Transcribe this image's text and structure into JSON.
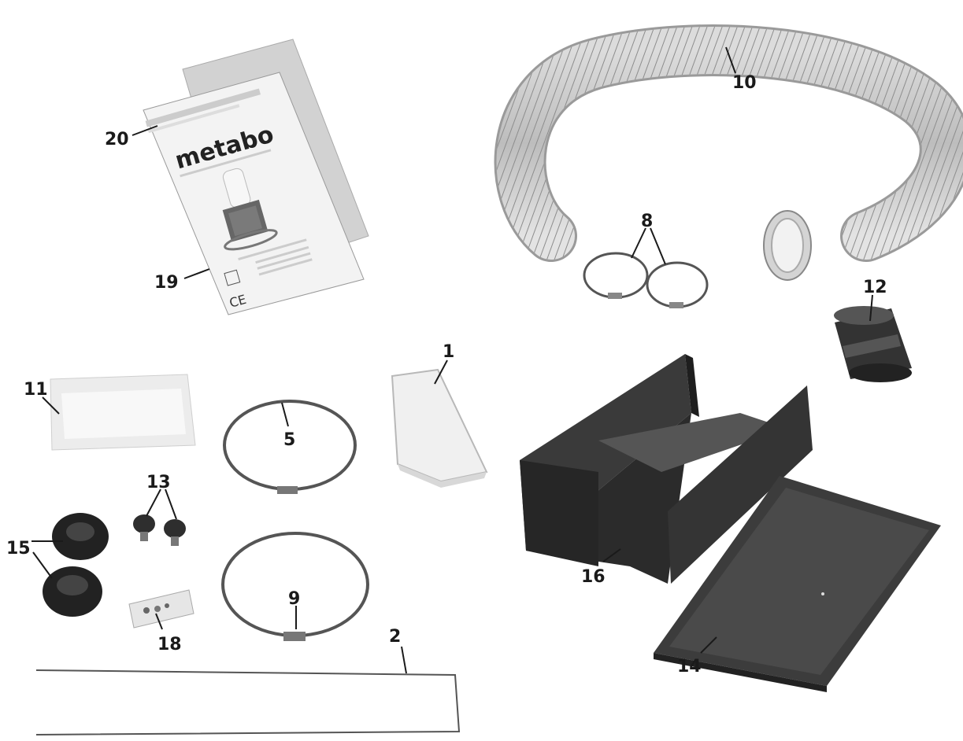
{
  "manual": {
    "brand": "metabo",
    "ce_mark": "CE"
  },
  "callouts": {
    "c1": "1",
    "c2": "2",
    "c5": "5",
    "c8": "8",
    "c9": "9",
    "c10": "10",
    "c11": "11",
    "c12": "12",
    "c13": "13",
    "c14": "14",
    "c15": "15",
    "c16": "16",
    "c18": "18",
    "c19": "19",
    "c20": "20"
  }
}
